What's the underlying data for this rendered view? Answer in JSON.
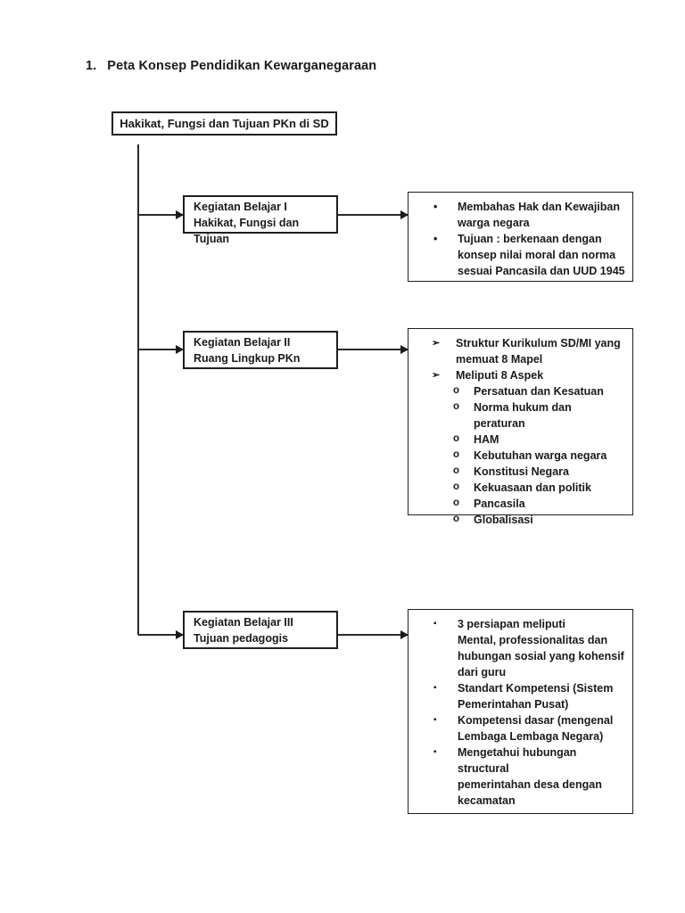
{
  "title": {
    "number": "1.",
    "text": "Peta Konsep Pendidikan Kewarganegaraan"
  },
  "root": {
    "label": "Hakikat, Fungsi dan Tujuan PKn di SD"
  },
  "markers": {
    "disc": "•",
    "chevron": "➢",
    "circle": "o",
    "square": "▪"
  },
  "branches": [
    {
      "box": {
        "line1": "Kegiatan Belajar I",
        "line2": "Hakikat, Fungsi dan Tujuan"
      },
      "items": [
        "Membahas Hak dan Kewajiban\nwarga negara",
        "Tujuan : berkenaan dengan\nkonsep nilai moral dan norma\nsesuai Pancasila dan UUD 1945"
      ]
    },
    {
      "box": {
        "line1": "Kegiatan Belajar II",
        "line2": "Ruang Lingkup PKn"
      },
      "items": [
        "Struktur Kurikulum SD/MI yang\nmemuat 8 Mapel",
        "Meliputi 8 Aspek"
      ],
      "sub_items": [
        "Persatuan dan Kesatuan",
        "Norma hukum dan peraturan",
        "HAM",
        "Kebutuhan warga negara",
        "Konstitusi Negara",
        "Kekuasaan dan politik",
        "Pancasila",
        "Globalisasi"
      ]
    },
    {
      "box": {
        "line1": "Kegiatan Belajar III",
        "line2": "Tujuan pedagogis"
      },
      "items": [
        "3 persiapan meliputi\nMental, professionalitas dan\nhubungan sosial yang kohensif\ndari guru",
        "Standart Kompetensi (Sistem\nPemerintahan Pusat)",
        "Kompetensi dasar (mengenal\nLembaga Lembaga Negara)",
        "Mengetahui hubungan structural\npemerintahan desa dengan\nkecamatan"
      ]
    }
  ]
}
